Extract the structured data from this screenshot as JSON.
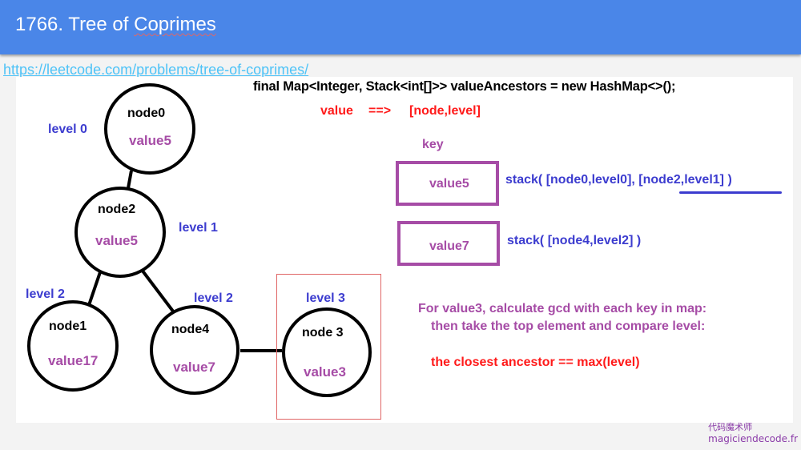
{
  "header": {
    "title_prefix": "1766. Tree of ",
    "title_word": "Coprimes"
  },
  "link": {
    "text": "https://leetcode.com/problems/tree-of-coprimes/"
  },
  "tree": {
    "nodes": [
      {
        "id": "node0",
        "label": "node0",
        "value": "value5",
        "level_label": "level 0"
      },
      {
        "id": "node2",
        "label": "node2",
        "value": "value5",
        "level_label": "level 1"
      },
      {
        "id": "node1",
        "label": "node1",
        "value": "value17",
        "level_label": "level 2"
      },
      {
        "id": "node4",
        "label": "node4",
        "value": "value7",
        "level_label": "level 2"
      },
      {
        "id": "node3",
        "label": "node 3",
        "value": "value3",
        "level_label": "level 3"
      }
    ],
    "edges": [
      [
        "node0",
        "node2"
      ],
      [
        "node2",
        "node1"
      ],
      [
        "node2",
        "node4"
      ],
      [
        "node4",
        "node3"
      ]
    ]
  },
  "code_line": "final Map<Integer, Stack<int[]>> valueAncestors = new HashMap<>();",
  "mapping_line": {
    "left": "value",
    "arrow": "==>",
    "right": "[node,level]"
  },
  "map": {
    "key_header": "key",
    "entries": [
      {
        "key": "value5",
        "stack": "stack(  [node0,level0], ",
        "stack_top": "[node2,level1]",
        "stack_end": " )"
      },
      {
        "key": "value7",
        "stack": "stack( [node4,level2] )"
      }
    ]
  },
  "explanation": {
    "line1": "For value3, calculate gcd with each key in map:",
    "line2": "then take the top element and compare level:",
    "conclusion": "the closest ancestor == max(level)"
  },
  "watermark": {
    "cn": "代码魔术师",
    "site": "magiciendecode.fr"
  },
  "colors": {
    "header_bg": "#4a86e8",
    "link": "#4fc3f7",
    "purple": "#a64ca6",
    "blue": "#3c3ccf",
    "red": "#ff1a1a",
    "highlight_border": "#e06666"
  }
}
